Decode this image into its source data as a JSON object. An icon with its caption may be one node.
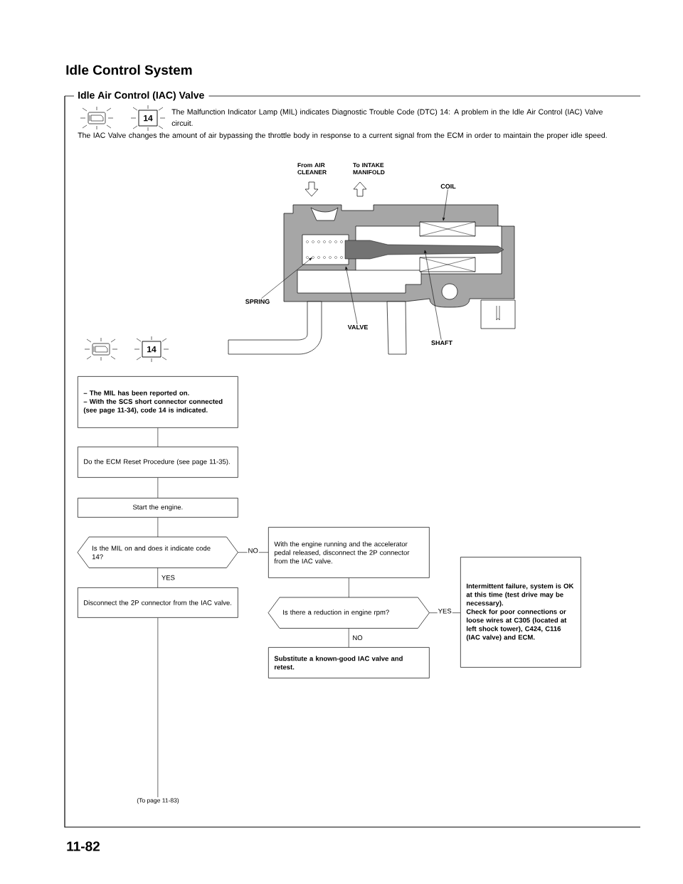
{
  "diagram": {
    "title": "Idle Control System",
    "nodes": [
      {
        "text": [
          "COIL"
        ]
      },
      {
        "text": [
          "SPRING"
        ]
      },
      {
        "text": [
          "VALVE"
        ]
      },
      {
        "text": [
          "SHAFT"
        ]
      },
      {
        "text": [
          "– The MIL has been reported on.",
          "– With the SCS short connector connected (see page 11-34), code 14 is indicated."
        ]
      },
      {
        "text": [
          "Do the ECM Reset Procedure (see page 11-35)."
        ]
      },
      {
        "text": [
          "Start the engine."
        ]
      },
      {
        "text": [
          "Is the MIL on and does it indicate code 14?"
        ]
      },
      {
        "text": [
          "With the engine running and the accelerator pedal released, disconnect the 2P connector from the IAC valve."
        ]
      },
      {
        "text": [
          "Disconnect the 2P connector from the IAC valve."
        ]
      },
      {
        "text": [
          "Is there a reduction in engine rpm?"
        ]
      },
      {
        "text": [
          "Intermittent failure, system is OK at this time (test drive may be necessary).",
          "Check for poor connections or loose wires at C305 (located at left shock tower), C424, C116 (IAC valve) and ECM."
        ]
      },
      {
        "text": [
          "Substitute a known-good IAC valve and retest."
        ]
      },
      {
        "text": [
          "(To page 11-83)"
        ]
      }
    ],
    "edges": [
      {
        "from": 4,
        "to": 5,
        "arrow": "none"
      },
      {
        "from": 5,
        "to": 6,
        "arrow": "none"
      },
      {
        "from": 6,
        "to": 7,
        "arrow": "none"
      },
      {
        "from": 7,
        "to": 8,
        "arrow": "none",
        "label": "NO"
      },
      {
        "from": 7,
        "to": 9,
        "arrow": "none",
        "label": "YES"
      },
      {
        "from": 8,
        "to": 10,
        "arrow": "none"
      },
      {
        "from": 10,
        "to": 11,
        "arrow": "none",
        "label": "YES"
      },
      {
        "from": 10,
        "to": 12,
        "arrow": "none",
        "label": "NO"
      },
      {
        "from": 9,
        "to": 13,
        "arrow": "none"
      },
      {
        "from": 0,
        "to": null,
        "arrow": "to"
      },
      {
        "from": 1,
        "to": null,
        "arrow": "to"
      },
      {
        "from": 2,
        "to": null,
        "arrow": "to"
      },
      {
        "from": 3,
        "to": null,
        "arrow": "to"
      }
    ],
    "labels": [
      "Idle Air Control (IAC) Valve",
      "14",
      "The Malfunction Indicator Lamp (MIL) indicates Diagnostic Trouble Code (DTC) 14: A problem in the Idle Air Control (IAC) Valve circuit.",
      "The IAC Valve changes the amount of air bypassing the throttle body in response to a current signal from the ECM in order to maintain the proper idle speed.",
      "From AIR CLEANER",
      "To INTAKE MANIFOLD",
      "14",
      "11-82"
    ]
  }
}
